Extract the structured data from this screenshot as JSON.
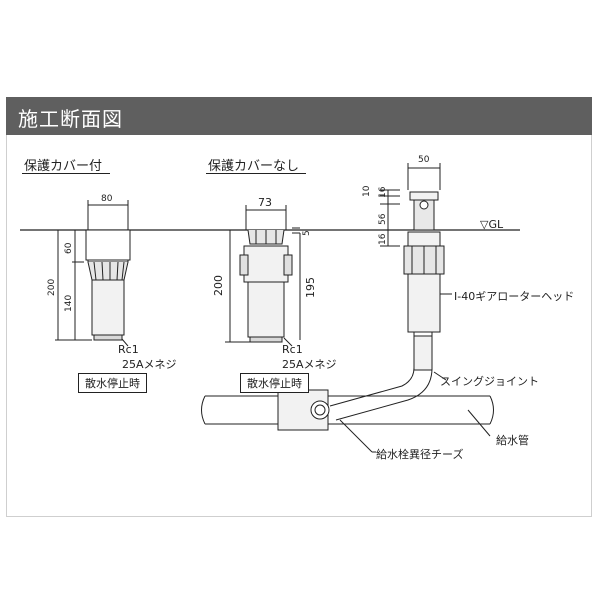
{
  "title": "施工断面図",
  "left_section": {
    "heading": "保護カバー付",
    "dim_width": "80",
    "dim_top": "60",
    "dim_total": "200",
    "dim_lower": "140",
    "thread_1": "Rc1",
    "thread_2": "25Aメネジ",
    "caption": "散水停止時"
  },
  "middle_section": {
    "heading": "保護カバーなし",
    "dim_width": "73",
    "dim_top": "5",
    "dim_total": "200",
    "dim_body": "195",
    "thread_1": "Rc1",
    "thread_2": "25Aメネジ",
    "caption": "散水停止時"
  },
  "right_section": {
    "dim_width": "50",
    "dim_a": "10",
    "dim_b": "16",
    "dim_c": "56",
    "dim_d": "16",
    "ground_label": "▽GL",
    "head_label": "I-40ギアローターヘッド",
    "joint_label": "スイングジョイント",
    "tee_label": "給水栓異径チーズ",
    "pipe_label": "給水管"
  }
}
